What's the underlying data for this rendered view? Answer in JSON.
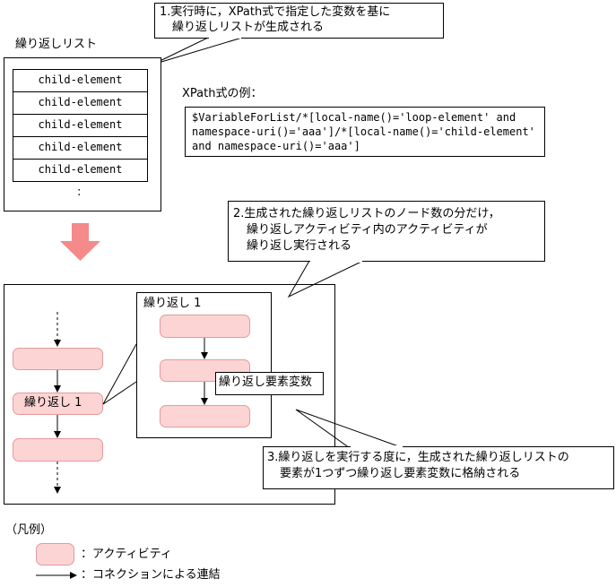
{
  "callout1": {
    "line1": "1.実行時に，XPath式で指定した変数を基に",
    "line2": "繰り返しリストが生成される"
  },
  "list": {
    "title": "繰り返しリスト",
    "items": [
      "child-element",
      "child-element",
      "child-element",
      "child-element",
      "child-element"
    ],
    "ellipsis": ":"
  },
  "xpath": {
    "label": "XPath式の例：",
    "line1": "$VariableForList/*[local-name()='loop-element' and",
    "line2": "namespace-uri()='aaa']/*[local-name()='child-element'",
    "line3": "and namespace-uri()='aaa']"
  },
  "callout2": {
    "line1": "2.生成された繰り返しリストのノード数の分だけ，",
    "line2": "繰り返しアクティビティ内のアクティビティが",
    "line3": "繰り返し実行される"
  },
  "flow": {
    "loop_label": "繰り返し 1"
  },
  "inner": {
    "title": "繰り返し 1",
    "var_label": "繰り返し要素変数"
  },
  "callout3": {
    "line1": "3.繰り返しを実行する度に，生成された繰り返しリストの",
    "line2": "要素が1つずつ繰り返し要素変数に格納される"
  },
  "legend": {
    "title": "（凡例）",
    "activity": "：アクティビティ",
    "connection": "：コネクションによる連結"
  },
  "colors": {
    "activity_fill": "#fdd4d4",
    "activity_border": "#e39a9a",
    "big_arrow": "#f48a8a"
  }
}
